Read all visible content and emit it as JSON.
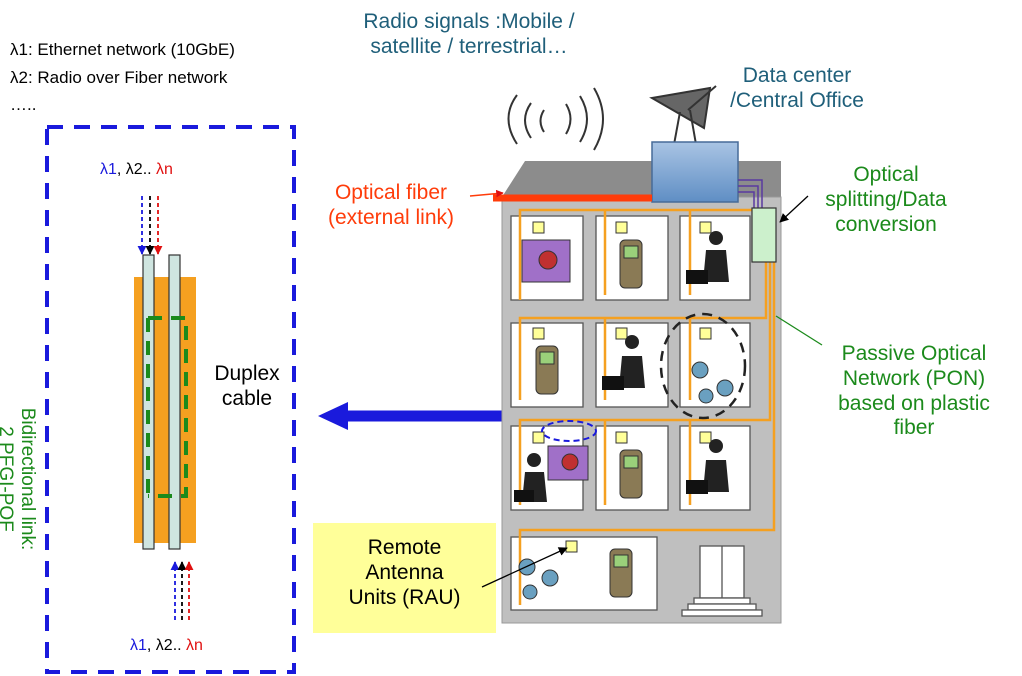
{
  "legend": {
    "line1": "λ1: Ethernet network (10GbE)",
    "line2": "λ2: Radio over Fiber network",
    "line3": "….."
  },
  "radio": {
    "line1": "Radio signals :Mobile /",
    "line2": "satellite / terrestrial…"
  },
  "datacenter": {
    "line1": "Data center",
    "line2": "/Central Office"
  },
  "fiber": {
    "line1": "Optical fiber",
    "line2": "(external link)"
  },
  "splitting": {
    "line1": "Optical",
    "line2": "splitting/Data",
    "line3": "conversion"
  },
  "pon": {
    "line1": "Passive Optical",
    "line2": "Network (PON)",
    "line3": "based on plastic",
    "line4": "fiber"
  },
  "duplex": {
    "line1": "Duplex",
    "line2": "cable"
  },
  "bidirectional": {
    "line1": "Bidirectional link:",
    "line2": "2 PFGI-POF"
  },
  "rau": {
    "line1": "Remote",
    "line2": "Antenna",
    "line3": "Units (RAU)"
  },
  "wavelengths": {
    "l1": "λ1",
    "l2": "λ2",
    "ln": "λn",
    "sep1": ", ",
    "sep2": ".. "
  },
  "colors": {
    "blue_dash": "#1a1adc",
    "orange": "#f5a020",
    "fiber_red": "#ff3c0a",
    "green": "#1b8a1b",
    "teal": "#1f5f7a",
    "rau_bg": "#ffff99"
  }
}
